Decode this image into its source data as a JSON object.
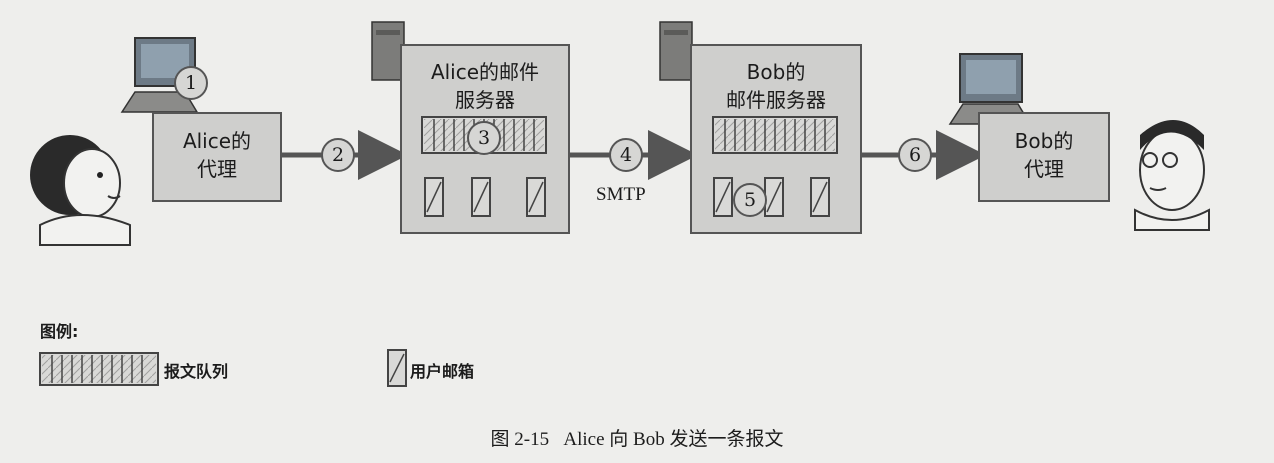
{
  "diagram": {
    "alice_agent": "Alice的\n代理",
    "alice_server": "Alice的邮件\n服务器",
    "bob_server": "Bob的\n邮件服务器",
    "bob_agent": "Bob的\n代理",
    "steps": [
      "1",
      "2",
      "3",
      "4",
      "5",
      "6"
    ],
    "protocol_label": "SMTP"
  },
  "legend": {
    "title": "图例:",
    "message_queue": "报文队列",
    "user_mailbox": "用户邮箱"
  },
  "caption": "图 2-15   Alice 向 Bob 发送一条报文"
}
